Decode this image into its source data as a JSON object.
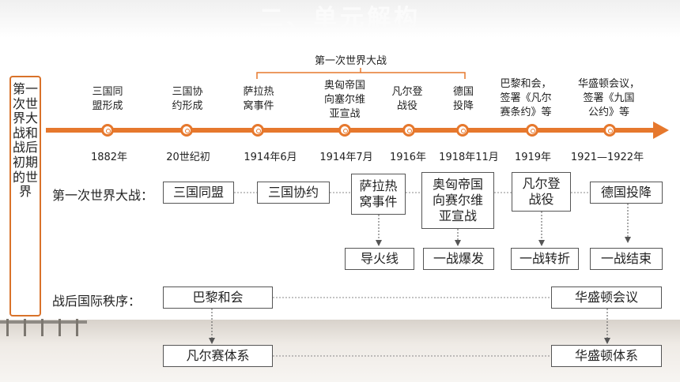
{
  "title": "二、单元解构",
  "side_label": "第一次世界大战和战后初期的世界",
  "bracket_label": "第一次世界大战",
  "timeline": {
    "events": [
      "三国同\n盟形成",
      "三国协\n约形成",
      "萨拉热\n窝事件",
      "奥匈帝国\n向塞尔维\n亚宣战",
      "凡尔登\n战役",
      "德国\n投降",
      "巴黎和会，\n签署《凡尔\n赛条约》等",
      "华盛顿会议，\n签署《九国\n公约》等"
    ],
    "years": [
      "1882年",
      "20世纪初",
      "1914年6月",
      "1914年7月",
      "1916年",
      "1918年11月",
      "1919年",
      "1921—1922年"
    ]
  },
  "ww1": {
    "label": "第一次世界大战：",
    "boxes": [
      "三国同盟",
      "三国协约",
      "萨拉热\n窝事件",
      "奥匈帝国\n向赛尔维\n亚宣战",
      "凡尔登\n战役",
      "德国投降"
    ],
    "results": [
      "导火线",
      "一战爆发",
      "一战转折",
      "一战结束"
    ]
  },
  "postwar": {
    "label": "战后国际秩序：",
    "boxes": [
      "巴黎和会",
      "华盛顿会议"
    ],
    "results": [
      "凡尔赛体系",
      "华盛顿体系"
    ]
  },
  "colors": {
    "accent": "#e6782d",
    "border": "#d9722a"
  }
}
